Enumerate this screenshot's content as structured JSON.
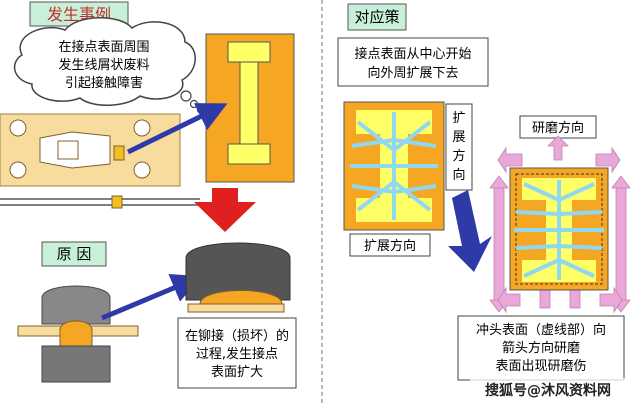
{
  "left_title": "发生事例",
  "right_title": "对应策",
  "cloud_text": [
    "在接点表面周围",
    "发生线屑状废料",
    "引起接触障害"
  ],
  "cause_title": "原  因",
  "cause_text": [
    "在铆接（损坏）的",
    "过程,发生接点",
    "表面扩大"
  ],
  "strategy_text": [
    "接点表面从中心开始",
    "向外周扩展下去"
  ],
  "expand_vertical": [
    "扩",
    "展",
    "方",
    "向"
  ],
  "expand_horizontal": "扩展方向",
  "grind_direction": "研磨方向",
  "result_text": [
    "冲头表面（虚线部）向",
    "箭头方向研磨",
    "表面出现研磨伤"
  ],
  "watermark": "搜狐号@沐风资料网",
  "colors": {
    "orange": "#f5a623",
    "yellow": "#ffff66",
    "cyan": "#8fd8f0",
    "blue_arrow": "#2e3aa8",
    "red_arrow": "#e02020",
    "pink": "#e8a8d8",
    "mint": "#c8f0d8",
    "tan": "#f7dc9e"
  }
}
